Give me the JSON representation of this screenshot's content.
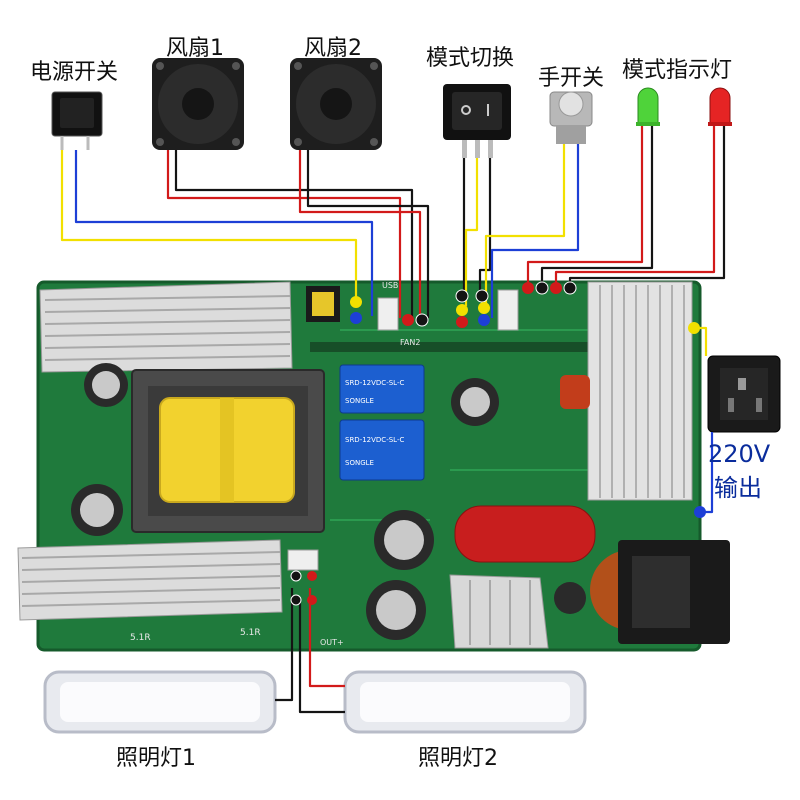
{
  "labels": {
    "power_switch": "电源开关",
    "fan1": "风扇1",
    "fan2": "风扇2",
    "mode_switch": "模式切换",
    "hand_switch": "手开关",
    "mode_indicator": "模式指示灯",
    "output_220v_line1": "220V",
    "output_220v_line2": "输出",
    "lamp1": "照明灯1",
    "lamp2": "照明灯2"
  },
  "board_texts": {
    "relay1": "SRD-12VDC-SL-C",
    "relay2": "SRD-12VDC-SL-C",
    "relay_brand": "SONGLE",
    "usb_label": "USB",
    "fan_label": "FAN2",
    "res_label1": "5.1R",
    "res_label2": "5.1R",
    "out_label": "OUT+"
  },
  "colors": {
    "pcb": "#1f7a3c",
    "wire_yellow": "#f2e000",
    "wire_blue": "#1d3fd6",
    "wire_red": "#d21a1a",
    "wire_black": "#141414",
    "heatsink": "#dcdcdc",
    "transformer_core": "#f2d22e",
    "capacitor_red": "#c81e1e"
  }
}
